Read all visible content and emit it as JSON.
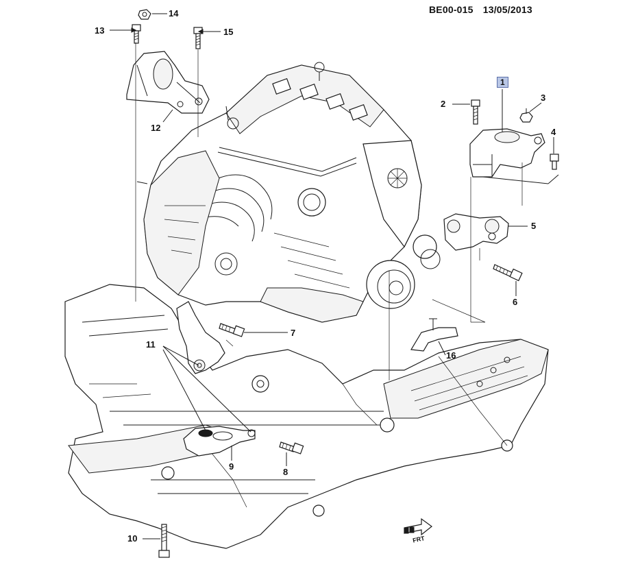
{
  "header": {
    "code": "BE00-015",
    "date": "13/05/2013"
  },
  "callouts": {
    "c1": "1",
    "c2": "2",
    "c3": "3",
    "c4": "4",
    "c5": "5",
    "c6": "6",
    "c7": "7",
    "c8": "8",
    "c9": "9",
    "c10": "10",
    "c11": "11",
    "c12": "12",
    "c13": "13",
    "c14": "14",
    "c15": "15",
    "c16": "16"
  },
  "colors": {
    "highlight_box": "#b9c7e6",
    "line": "#1a1a1a",
    "background": "#ffffff"
  },
  "icons": {
    "front_arrow": "front-direction-arrow-icon"
  },
  "front_label": "FRT"
}
